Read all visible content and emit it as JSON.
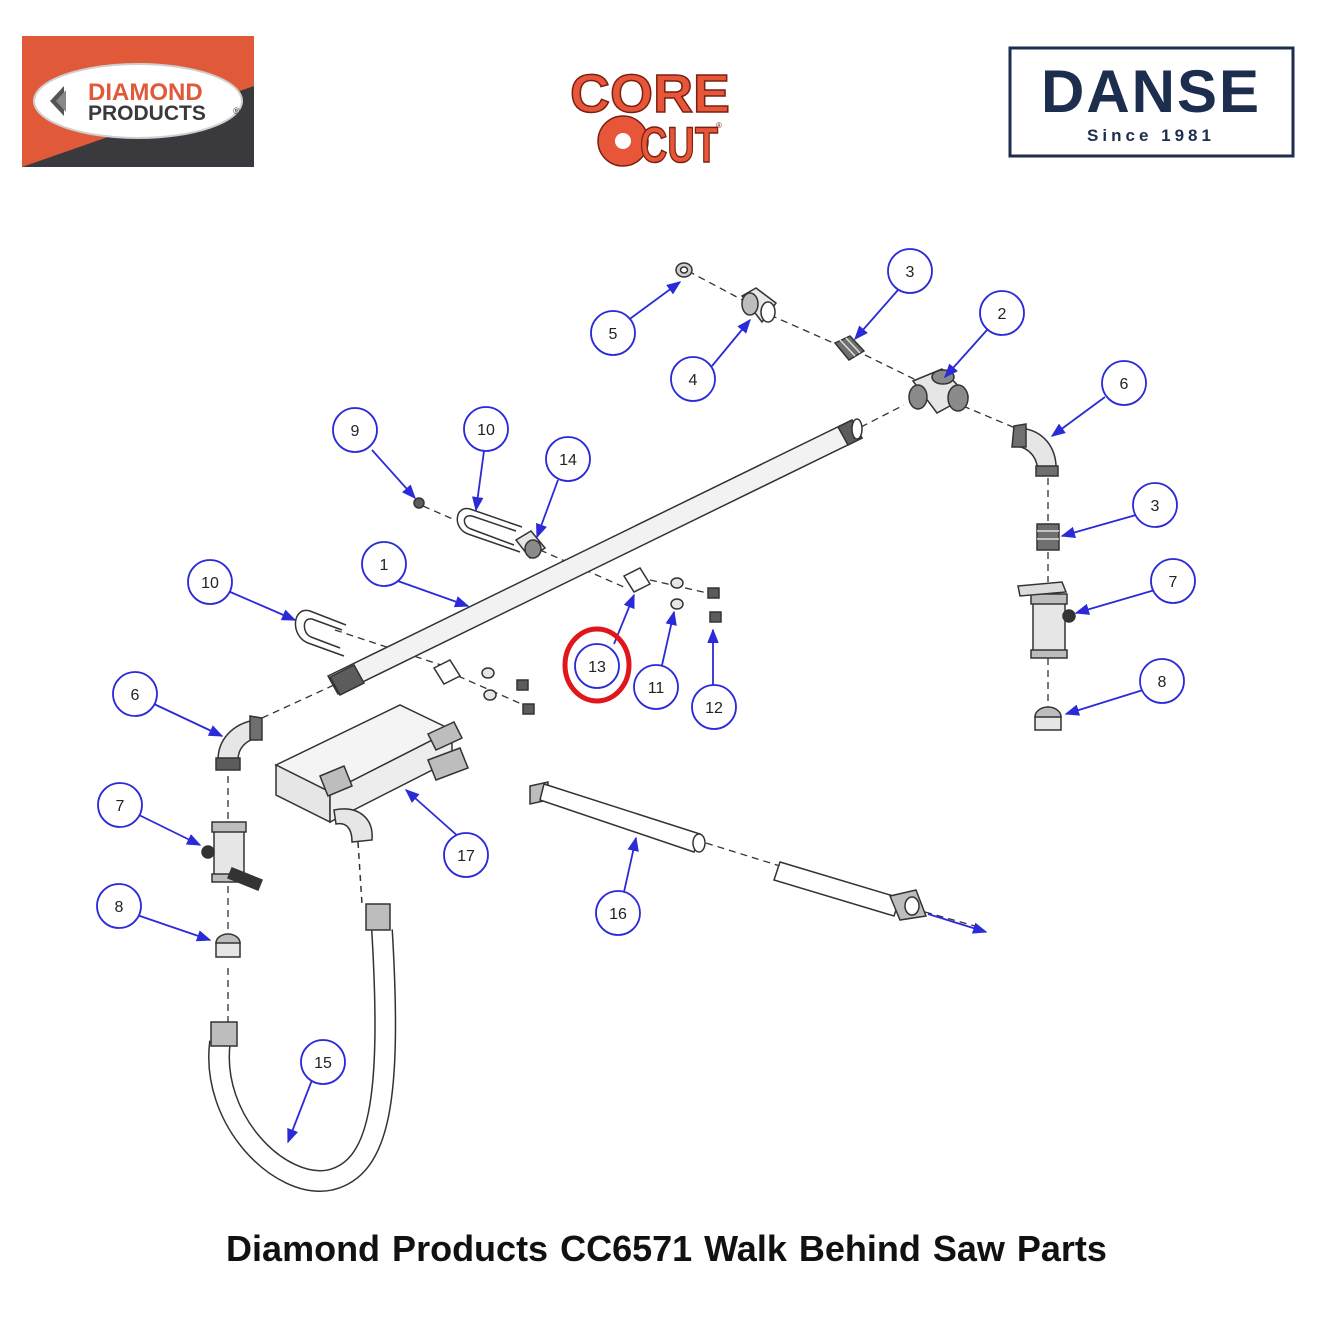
{
  "brands": {
    "diamond_products": {
      "line1": "DIAMOND",
      "line2": "PRODUCTS",
      "mark": "®"
    },
    "core_cut": {
      "line1": "CORE",
      "line2": "CUT",
      "mark": "®"
    },
    "danse": {
      "name": "DANSE",
      "tagline": "Since 1981"
    }
  },
  "callouts": [
    "1",
    "2",
    "3",
    "3",
    "4",
    "5",
    "6",
    "6",
    "7",
    "7",
    "8",
    "8",
    "9",
    "10",
    "10",
    "11",
    "12",
    "13",
    "14",
    "15",
    "16",
    "17"
  ],
  "highlighted_callout": "13",
  "caption": "Diamond Products CC6571 Walk Behind Saw Parts",
  "colors": {
    "callout": "#2a2ad8",
    "highlight": "#e0161b",
    "diamond_orange": "#e05a3a",
    "diamond_dark": "#3a3a3e",
    "corecut": "#e8563a",
    "danse_navy": "#1c2d4d"
  }
}
